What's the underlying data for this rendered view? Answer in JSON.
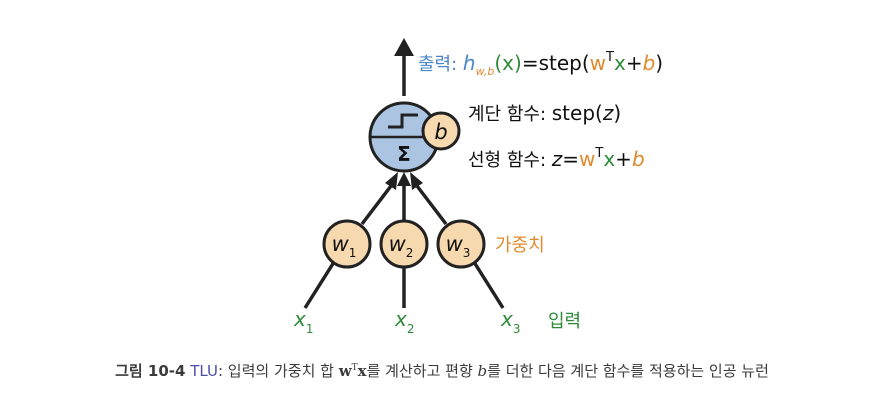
{
  "colors": {
    "green": "#2e8b3a",
    "orange": "#e08a2e",
    "blue": "#4a86c8",
    "node_blue": "#aac4e2",
    "node_tan": "#f7d9b0",
    "stroke": "#222222",
    "caption_accent": "#4a4fa8"
  },
  "diagram": {
    "output": {
      "label": "출력: ",
      "h": "h",
      "h_sub": "w,b",
      "paren_x": "(x)",
      "eq_step": "=step(",
      "w": "w",
      "sup_T": "T",
      "x": "x",
      "plus": "+",
      "b": "b",
      "close": ")"
    },
    "step_function": {
      "label": "계단 함수: ",
      "text": "step(",
      "z": "z",
      "close": ")"
    },
    "linear_function": {
      "label": "선형 함수: ",
      "z": "z",
      "eq": "=",
      "w": "w",
      "sup_T": "T",
      "x": "x",
      "plus": "+",
      "b": "b"
    },
    "sum_symbol": "Σ",
    "bias_symbol": "b",
    "weights": [
      {
        "w": "w",
        "sub": "1"
      },
      {
        "w": "w",
        "sub": "2"
      },
      {
        "w": "w",
        "sub": "3"
      }
    ],
    "weights_label": "가중치",
    "inputs": [
      {
        "x": "x",
        "sub": "1"
      },
      {
        "x": "x",
        "sub": "2"
      },
      {
        "x": "x",
        "sub": "3"
      }
    ],
    "inputs_label": "입력"
  },
  "caption": {
    "figure": "그림 10-4",
    "tlu": " TLU",
    "part1": ": 입력의 가중치 합 ",
    "w": "w",
    "sup_T": "T",
    "x": "x",
    "part2": "를 계산하고 편향 ",
    "b": "b",
    "part3": "를 더한 다음 계단 함수를 적용하는 인공 뉴런"
  }
}
